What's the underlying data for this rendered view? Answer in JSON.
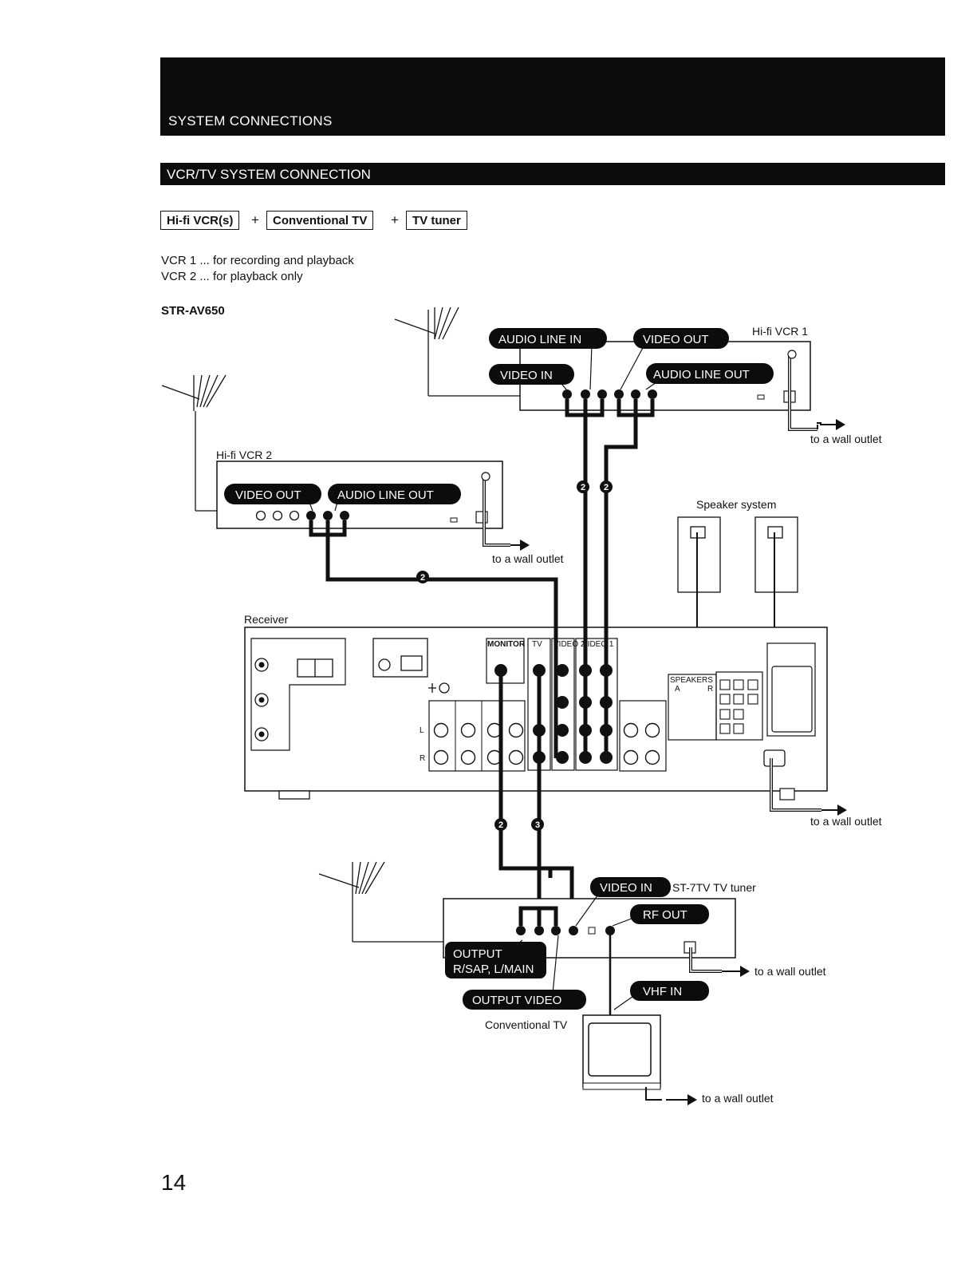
{
  "header": {
    "title": "SYSTEM CONNECTIONS"
  },
  "section": {
    "title": "VCR/TV SYSTEM CONNECTION"
  },
  "equipment": {
    "items": [
      "Hi-fi VCR(s)",
      "Conventional TV",
      "TV tuner"
    ],
    "separator": "+"
  },
  "notes": [
    "VCR 1 ... for recording and playback",
    "VCR 2 ... for playback only"
  ],
  "model": "STR-AV650",
  "diagram": {
    "devices": {
      "vcr1": "Hi-fi VCR 1",
      "vcr2": "Hi-fi VCR 2",
      "speakers": "Speaker system",
      "receiver": "Receiver",
      "tuner": "ST-7TV TV tuner",
      "tv": "Conventional TV"
    },
    "jacks": {
      "audio_line_in": "AUDIO LINE IN",
      "video_out": "VIDEO OUT",
      "video_in": "VIDEO IN",
      "audio_line_out": "AUDIO LINE OUT",
      "rf_out": "RF OUT",
      "vhf_in": "VHF IN",
      "output_line1": "OUTPUT",
      "output_line2": "R/SAP, L/MAIN",
      "output_video": "OUTPUT VIDEO"
    },
    "outlet": "to a wall outlet",
    "receiver_panel": {
      "monitor": "MONITOR",
      "tv": "TV",
      "video2": "VIDEO 2",
      "video1": "VIDEO 1",
      "speakers": "SPEAKERS",
      "speaker_a": "A",
      "speaker_r": "R",
      "left": "L",
      "right": "R"
    },
    "cable_numbers": [
      "2",
      "2",
      "2",
      "2",
      "3"
    ]
  },
  "page_number": "14"
}
